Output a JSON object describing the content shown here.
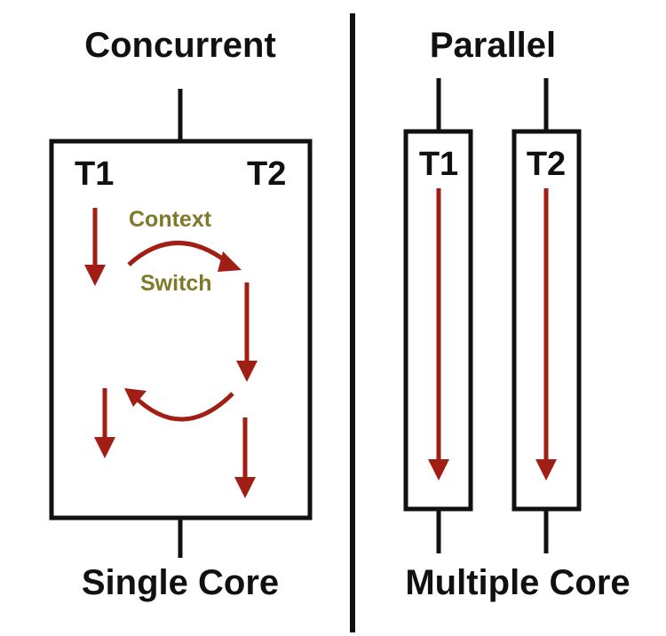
{
  "left": {
    "title": "Concurrent",
    "footer": "Single Core",
    "thread1": "T1",
    "thread2": "T2",
    "context_line1": "Context",
    "context_line2": "Switch"
  },
  "right": {
    "title": "Parallel",
    "footer": "Multiple Core",
    "thread1": "T1",
    "thread2": "T2"
  },
  "colors": {
    "arrow": "#a01e14",
    "line": "#111111",
    "context_text": "#7f7a2a"
  }
}
